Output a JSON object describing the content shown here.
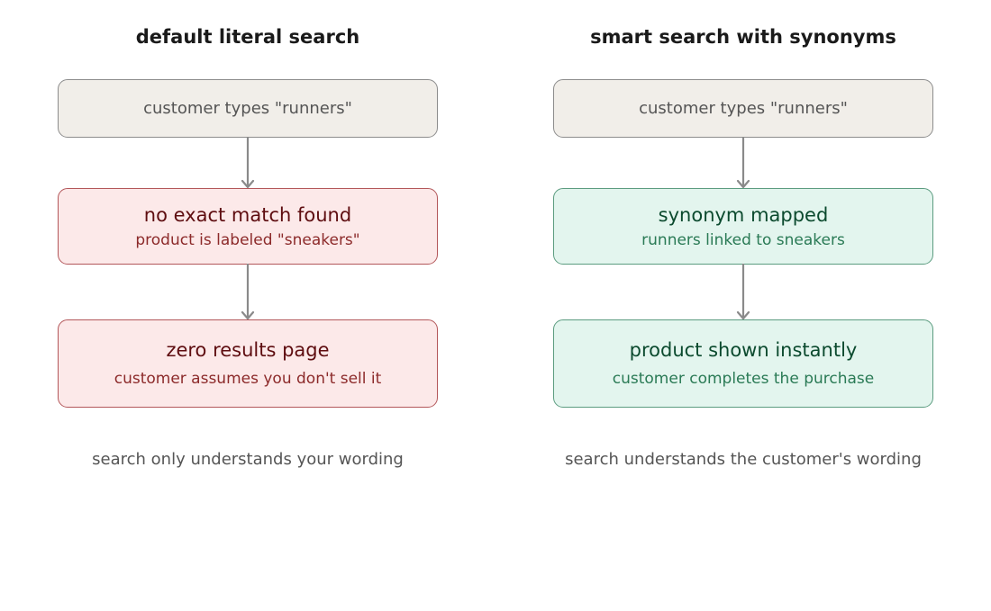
{
  "left": {
    "title": "default literal search",
    "start": "customer types \"runners\"",
    "middle": {
      "title": "no exact match found",
      "subtitle": "product is labeled \"sneakers\""
    },
    "end": {
      "title": "zero results page",
      "subtitle": "customer assumes you don't sell it"
    },
    "caption": "search only understands your wording"
  },
  "right": {
    "title": "smart search with synonyms",
    "start": "customer types \"runners\"",
    "middle": {
      "title": "synonym mapped",
      "subtitle": "runners linked to sneakers"
    },
    "end": {
      "title": "product shown instantly",
      "subtitle": "customer completes the purchase"
    },
    "caption": "search understands the customer's wording"
  },
  "colors": {
    "neutral_fill": "#f1eee9",
    "negative_fill": "#fce9e9",
    "negative_border": "#b3575a",
    "positive_fill": "#e3f5ee",
    "positive_border": "#5c9c80",
    "arrow": "#8a8a8a"
  }
}
